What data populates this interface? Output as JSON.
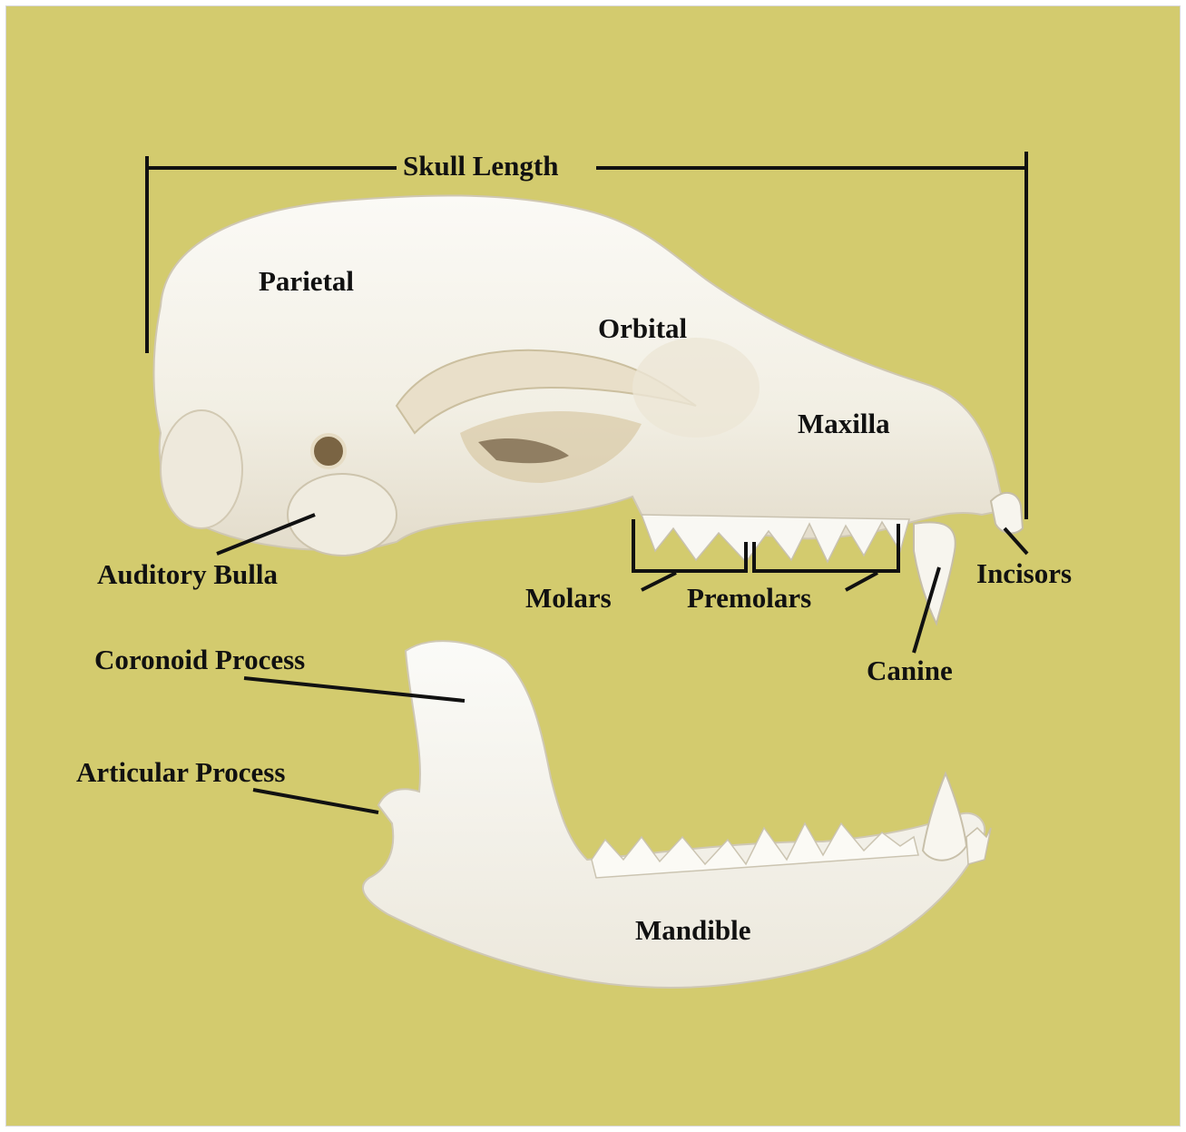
{
  "labels": {
    "skull_length": "Skull Length",
    "parietal": "Parietal",
    "orbital": "Orbital",
    "maxilla": "Maxilla",
    "auditory_bulla": "Auditory Bulla",
    "molars": "Molars",
    "premolars": "Premolars",
    "incisors": "Incisors",
    "canine": "Canine",
    "coronoid_process": "Coronoid Process",
    "articular_process": "Articular Process",
    "mandible": "Mandible"
  },
  "colors": {
    "background": "#d3cb6e",
    "bone": "#f4f1e8",
    "bone_shadow": "#ddd3bd",
    "ink": "#111111"
  }
}
